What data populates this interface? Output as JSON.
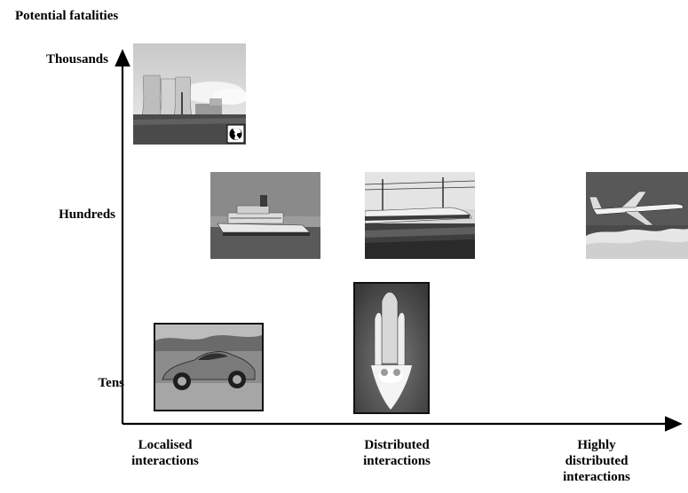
{
  "title": "Potential fatalities",
  "y_levels": [
    {
      "label": "Thousands"
    },
    {
      "label": "Hundreds"
    },
    {
      "label": "Tens"
    }
  ],
  "x_levels": [
    {
      "label": "Localised\ninteractions"
    },
    {
      "label": "Distributed\ninteractions"
    },
    {
      "label": "Highly\ndistributed\ninteractions"
    }
  ],
  "items": [
    {
      "name": "nuclear-power-plant",
      "x_level": "Localised interactions",
      "y_level": "Thousands"
    },
    {
      "name": "ferry-ship",
      "x_level": "Localised interactions",
      "y_level": "Hundreds"
    },
    {
      "name": "high-speed-train",
      "x_level": "Distributed interactions",
      "y_level": "Hundreds"
    },
    {
      "name": "passenger-airplane",
      "x_level": "Highly distributed interactions",
      "y_level": "Hundreds"
    },
    {
      "name": "sports-car",
      "x_level": "Localised interactions",
      "y_level": "Tens"
    },
    {
      "name": "space-shuttle",
      "x_level": "Distributed interactions",
      "y_level": "Tens"
    }
  ],
  "colors": {
    "axis": "#000000",
    "text": "#000000"
  }
}
